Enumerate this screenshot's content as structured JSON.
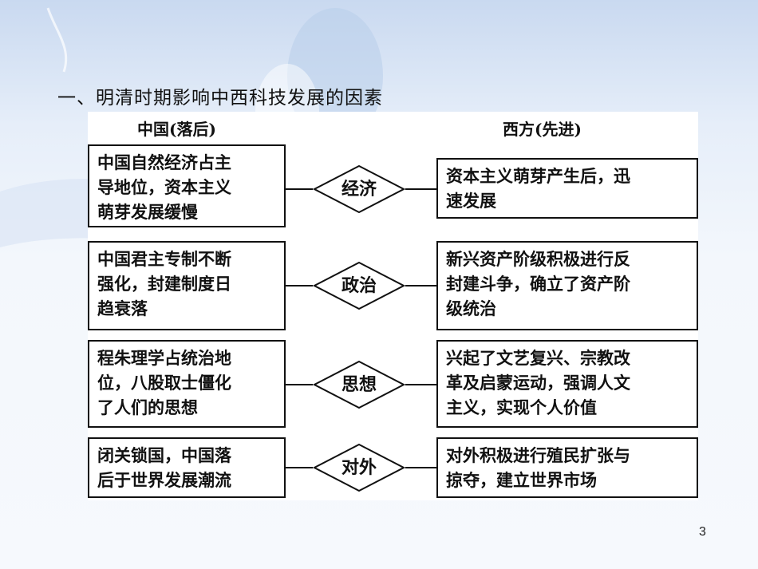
{
  "title": "一、明清时期影响中西科技发展的因素",
  "left_header": "中国(落后)",
  "right_header": "西方(先进)",
  "rows": [
    {
      "factor": "经济",
      "china": [
        "中国自然经济占主",
        "导地位，资本主义",
        "萌芽发展缓慢"
      ],
      "west": [
        "资本主义萌芽产生后，迅",
        "速发展"
      ]
    },
    {
      "factor": "政治",
      "china": [
        "中国君主专制不断",
        "强化，封建制度日",
        "趋衰落"
      ],
      "west": [
        "新兴资产阶级积极进行反",
        "封建斗争，确立了资产阶",
        "级统治"
      ]
    },
    {
      "factor": "思想",
      "china": [
        "程朱理学占统治地",
        "位，八股取士僵化",
        "了人们的思想"
      ],
      "west": [
        "兴起了文艺复兴、宗教改",
        "革及启蒙运动，强调人文",
        "主义，实现个人价值"
      ]
    },
    {
      "factor": "对外",
      "china": [
        "闭关锁国，中国落",
        "后于世界发展潮流"
      ],
      "west": [
        "对外积极进行殖民扩张与",
        "掠夺，建立世界市场"
      ]
    }
  ],
  "page_number": "3"
}
